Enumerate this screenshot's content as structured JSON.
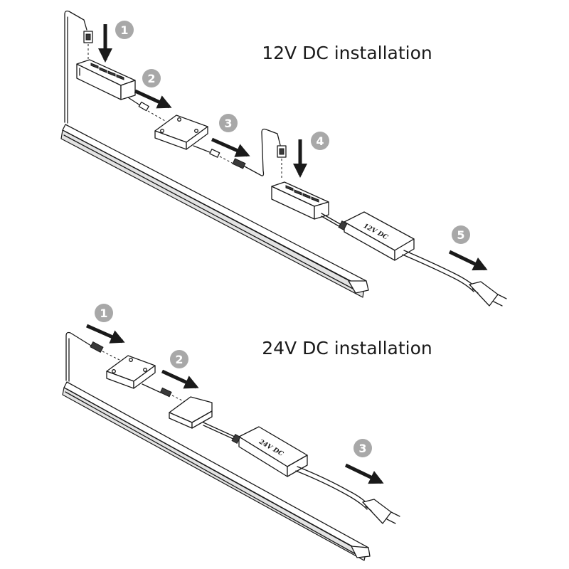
{
  "diagrams": [
    {
      "title": "12V DC installation",
      "steps": [
        "1",
        "2",
        "3",
        "4",
        "5"
      ],
      "driver_label": "12V DC"
    },
    {
      "title": "24V DC installation",
      "steps": [
        "1",
        "2",
        "3"
      ],
      "driver_label": "24V DC"
    }
  ],
  "colors": {
    "line": "#1a1a1a",
    "step_badge": "#a8a8a8",
    "arrow": "#1a1a1a"
  },
  "icons": [
    "led-light-bar",
    "distribution-block",
    "switch-sensor",
    "wire-connector",
    "power-driver",
    "euro-plug",
    "direction-arrow"
  ]
}
